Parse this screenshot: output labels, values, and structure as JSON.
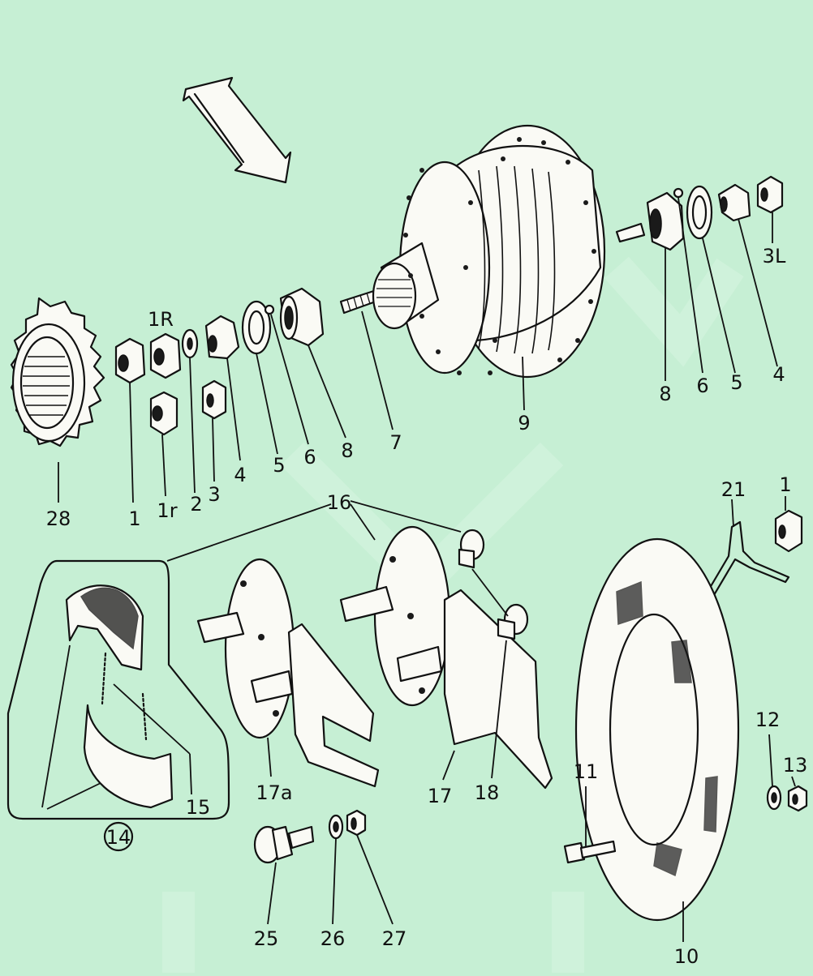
{
  "diagram": {
    "labels": {
      "p28": "28",
      "p1": "1",
      "p1R": "1R",
      "p1r": "1r",
      "p2": "2",
      "p3": "3",
      "p4": "4",
      "p5": "5",
      "p6": "6",
      "p8": "8",
      "p7": "7",
      "p9": "9",
      "p8b": "8",
      "p6b": "6",
      "p5b": "5",
      "p4b": "4",
      "p3L": "3L",
      "p16": "16",
      "p21": "21",
      "p1b": "1",
      "p15": "15",
      "p14": "14",
      "p17a": "17a",
      "p17": "17",
      "p18": "18",
      "p11": "11",
      "p12": "12",
      "p13": "13",
      "p10": "10",
      "p25": "25",
      "p26": "26",
      "p27": "27"
    },
    "direction_arrow": "double-arrow-icon"
  }
}
